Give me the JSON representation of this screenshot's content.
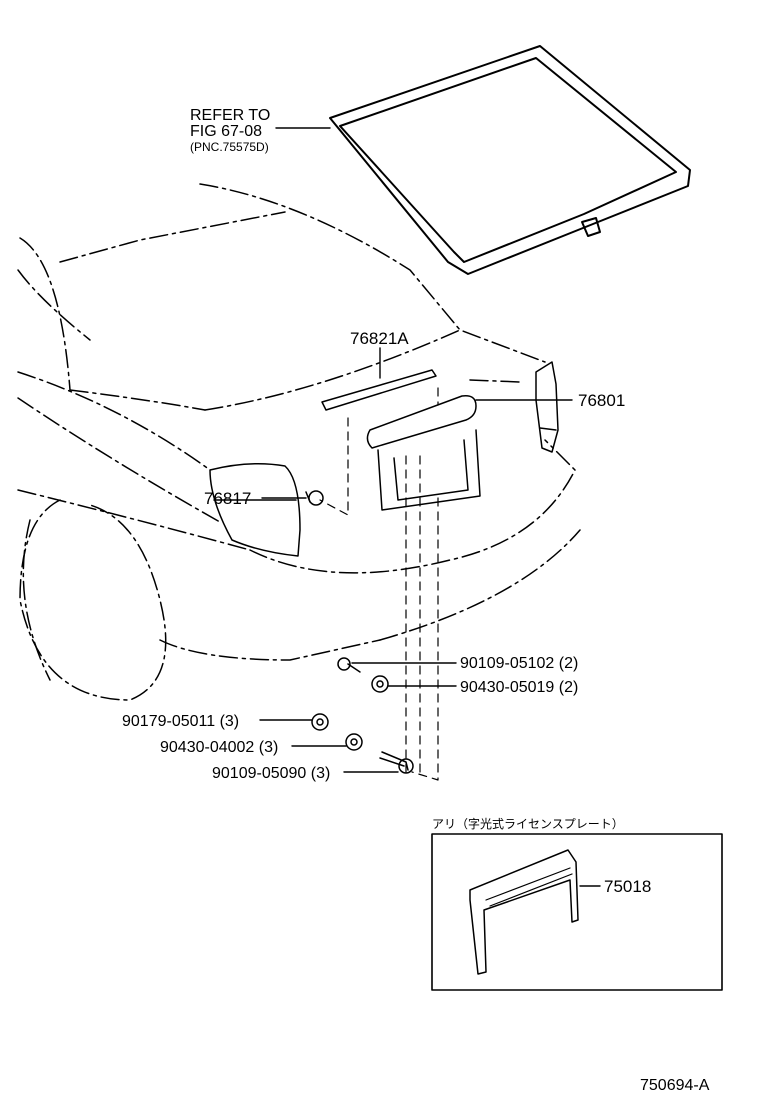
{
  "callouts": {
    "refer_line1": "REFER TO",
    "refer_line2": "FIG 67-08",
    "refer_line3": "(PNC.75575D)",
    "p76821a": "76821A",
    "p76801": "76801",
    "p76817": "76817",
    "p90109_05102": "90109-05102 (2)",
    "p90430_05019": "90430-05019 (2)",
    "p90179_05011": "90179-05011 (3)",
    "p90430_04002": "90430-04002 (3)",
    "p90109_05090": "90109-05090 (3)"
  },
  "inset": {
    "title": "アリ（字光式ライセンスプレート）",
    "part": "75018"
  },
  "footer": {
    "diagram_id": "750694-A"
  }
}
